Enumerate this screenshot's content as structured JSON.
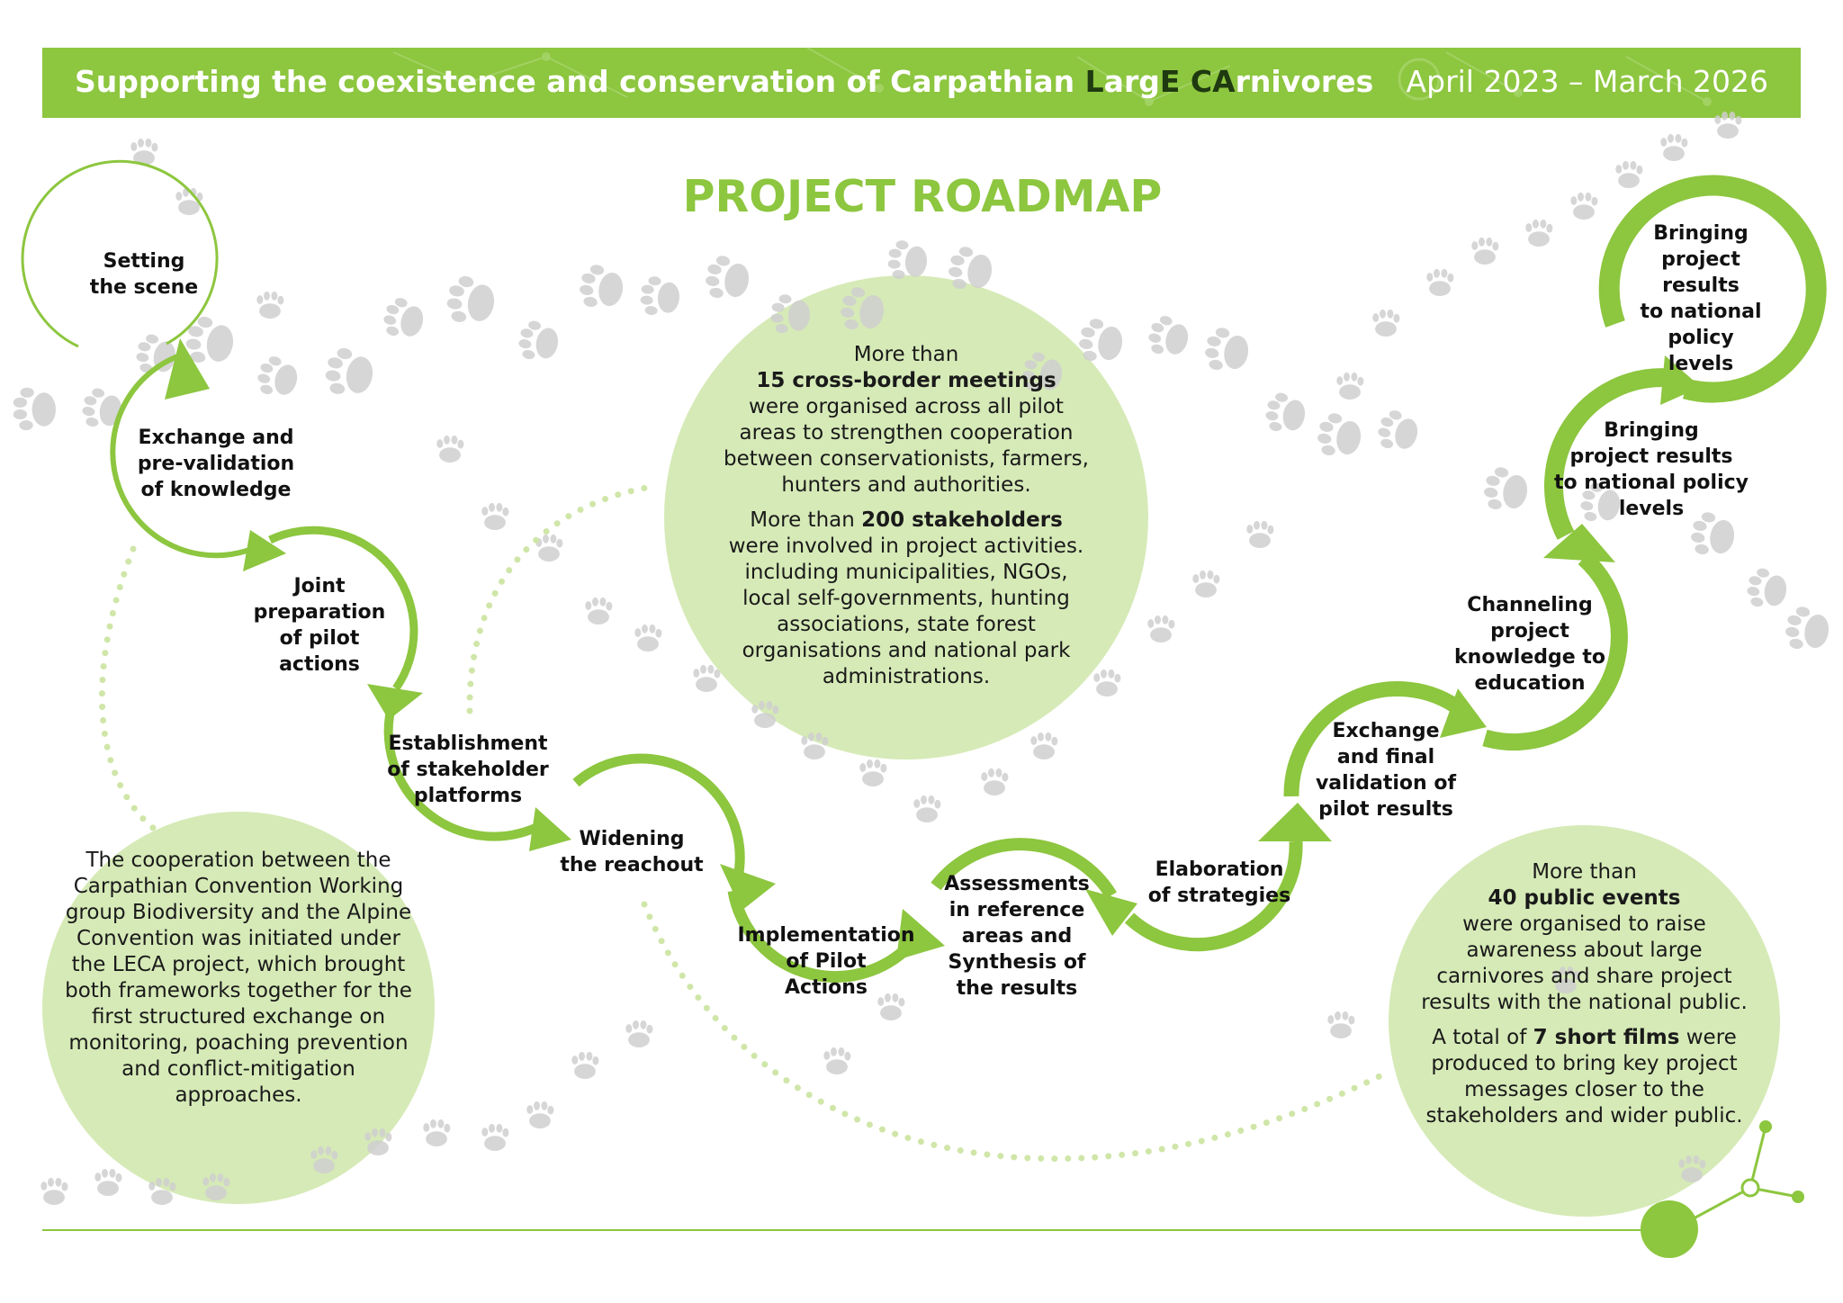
{
  "header": {
    "title_part1": "Supporting the coexistence and conservation of Carpathian ",
    "title_L": "L",
    "title_arg": "arg",
    "title_E": "E",
    "title_space": " ",
    "title_CA": "CA",
    "title_rnivores": "rnivores",
    "dates": "April 2023 – March 2026"
  },
  "main_title": "PROJECT ROADMAP",
  "steps": {
    "s1": "Setting\nthe scene",
    "s2": "Exchange and\npre-validation\nof knowledge",
    "s3": "Joint\npreparation\nof pilot\nactions",
    "s4": "Establishment\nof stakeholder\nplatforms",
    "s5": "Widening\nthe reachout",
    "s6": "Implementation\nof Pilot\nActions",
    "s7": "Assessments\nin reference\nareas and\nSynthesis of\nthe results",
    "s8": "Elaboration\nof strategies",
    "s9": "Exchange\nand final\nvalidation of\npilot results",
    "s10": "Channeling\nproject\nknowledge to\neducation",
    "s11": "Bringing\nproject results\nto national policy\nlevels",
    "s12": "Bringing\nproject results\nto national\npolicy\nlevels"
  },
  "bubble_meetings": {
    "line1": "More than",
    "bold1": "15 cross-border meetings",
    "text1": "were organised across all pilot areas to strengthen cooperation between conservationists, farmers, hunters and authorities.",
    "pre2": "More than ",
    "bold2": "200 stakeholders",
    "text2": "were involved in project activities. including municipalities, NGOs, local self-governments, hunting associations, state forest organisations and national park administrations."
  },
  "bubble_convention": {
    "text": "The cooperation between the Carpathian Convention Working group Biodiversity and the Alpine Convention was initiated under the LECA project, which brought both frameworks together for the first structured exchange on monitoring, poaching prevention and conflict-mitigation approaches."
  },
  "bubble_events": {
    "line1": "More than",
    "bold1": "40 public events",
    "text1": "were organised to raise awareness about large carnivores and share project results with the national public.",
    "pre2": "A total of ",
    "bold2": "7 short films",
    "post2": " were produced to bring key project messages closer to the stakeholders and wider public."
  },
  "colors": {
    "accent": "#8dc63f",
    "bubble": "#d6eab7",
    "dark_text": "#1a1a1a",
    "footprint": "#cfcfcf"
  },
  "icons": [
    "paw-print-icon",
    "network-icon",
    "arrow-icon"
  ]
}
